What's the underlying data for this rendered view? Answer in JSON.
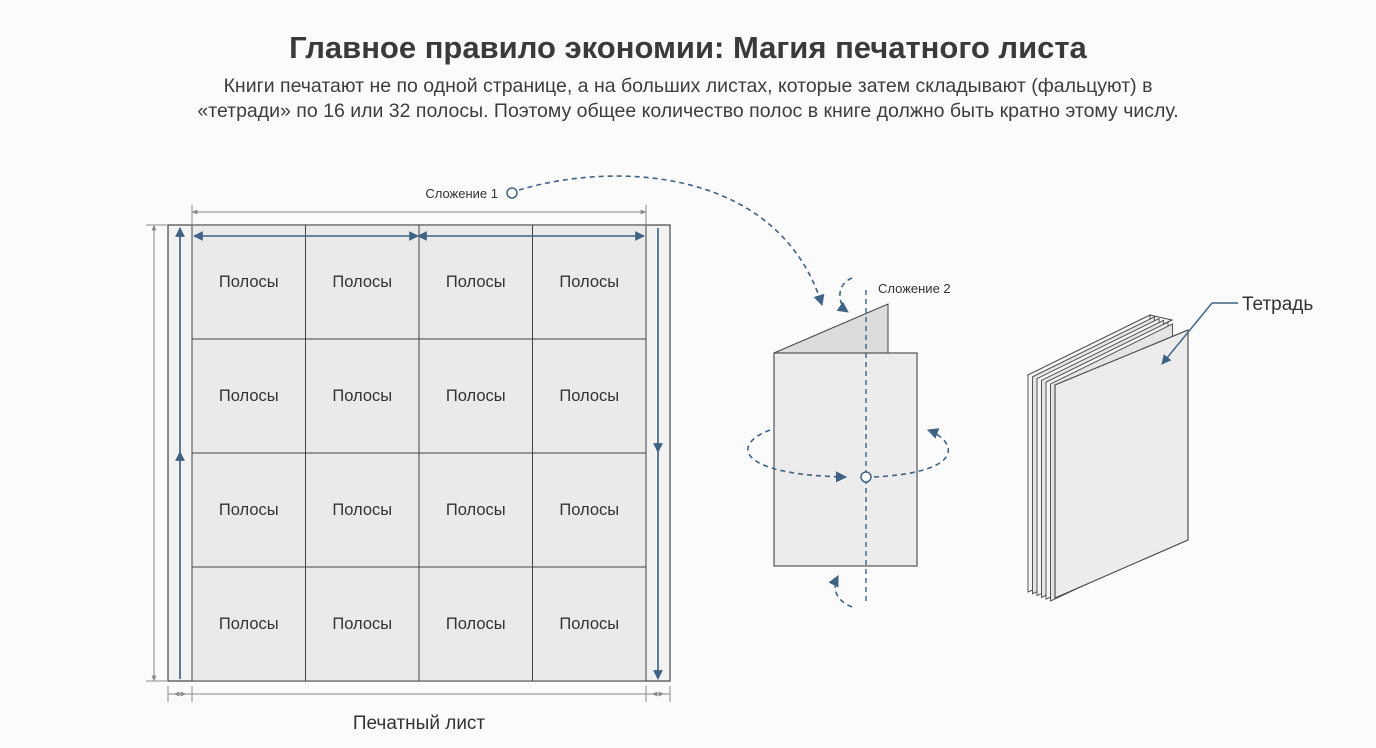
{
  "header": {
    "title": "Главное правило экономии: Магия печатного листа",
    "subtitle": "Книги печатают не по одной странице, а на больших листах, которые затем складывают (фальцуют) в «тетради» по 16 или 32 полосы. Поэтому общее количество полос в книге должно быть кратно этому числу."
  },
  "sheet": {
    "label": "Печатный лист",
    "rows": 4,
    "cols": 4,
    "cell_label": "Полосы"
  },
  "folds": {
    "fold1_label": "Сложение 1",
    "fold2_label": "Сложение 2"
  },
  "booklet": {
    "label": "Тетрадь"
  },
  "colors": {
    "arrow": "#3f6384",
    "line": "#444444",
    "paper": "#ececec",
    "dim": "#8a8a8a"
  }
}
